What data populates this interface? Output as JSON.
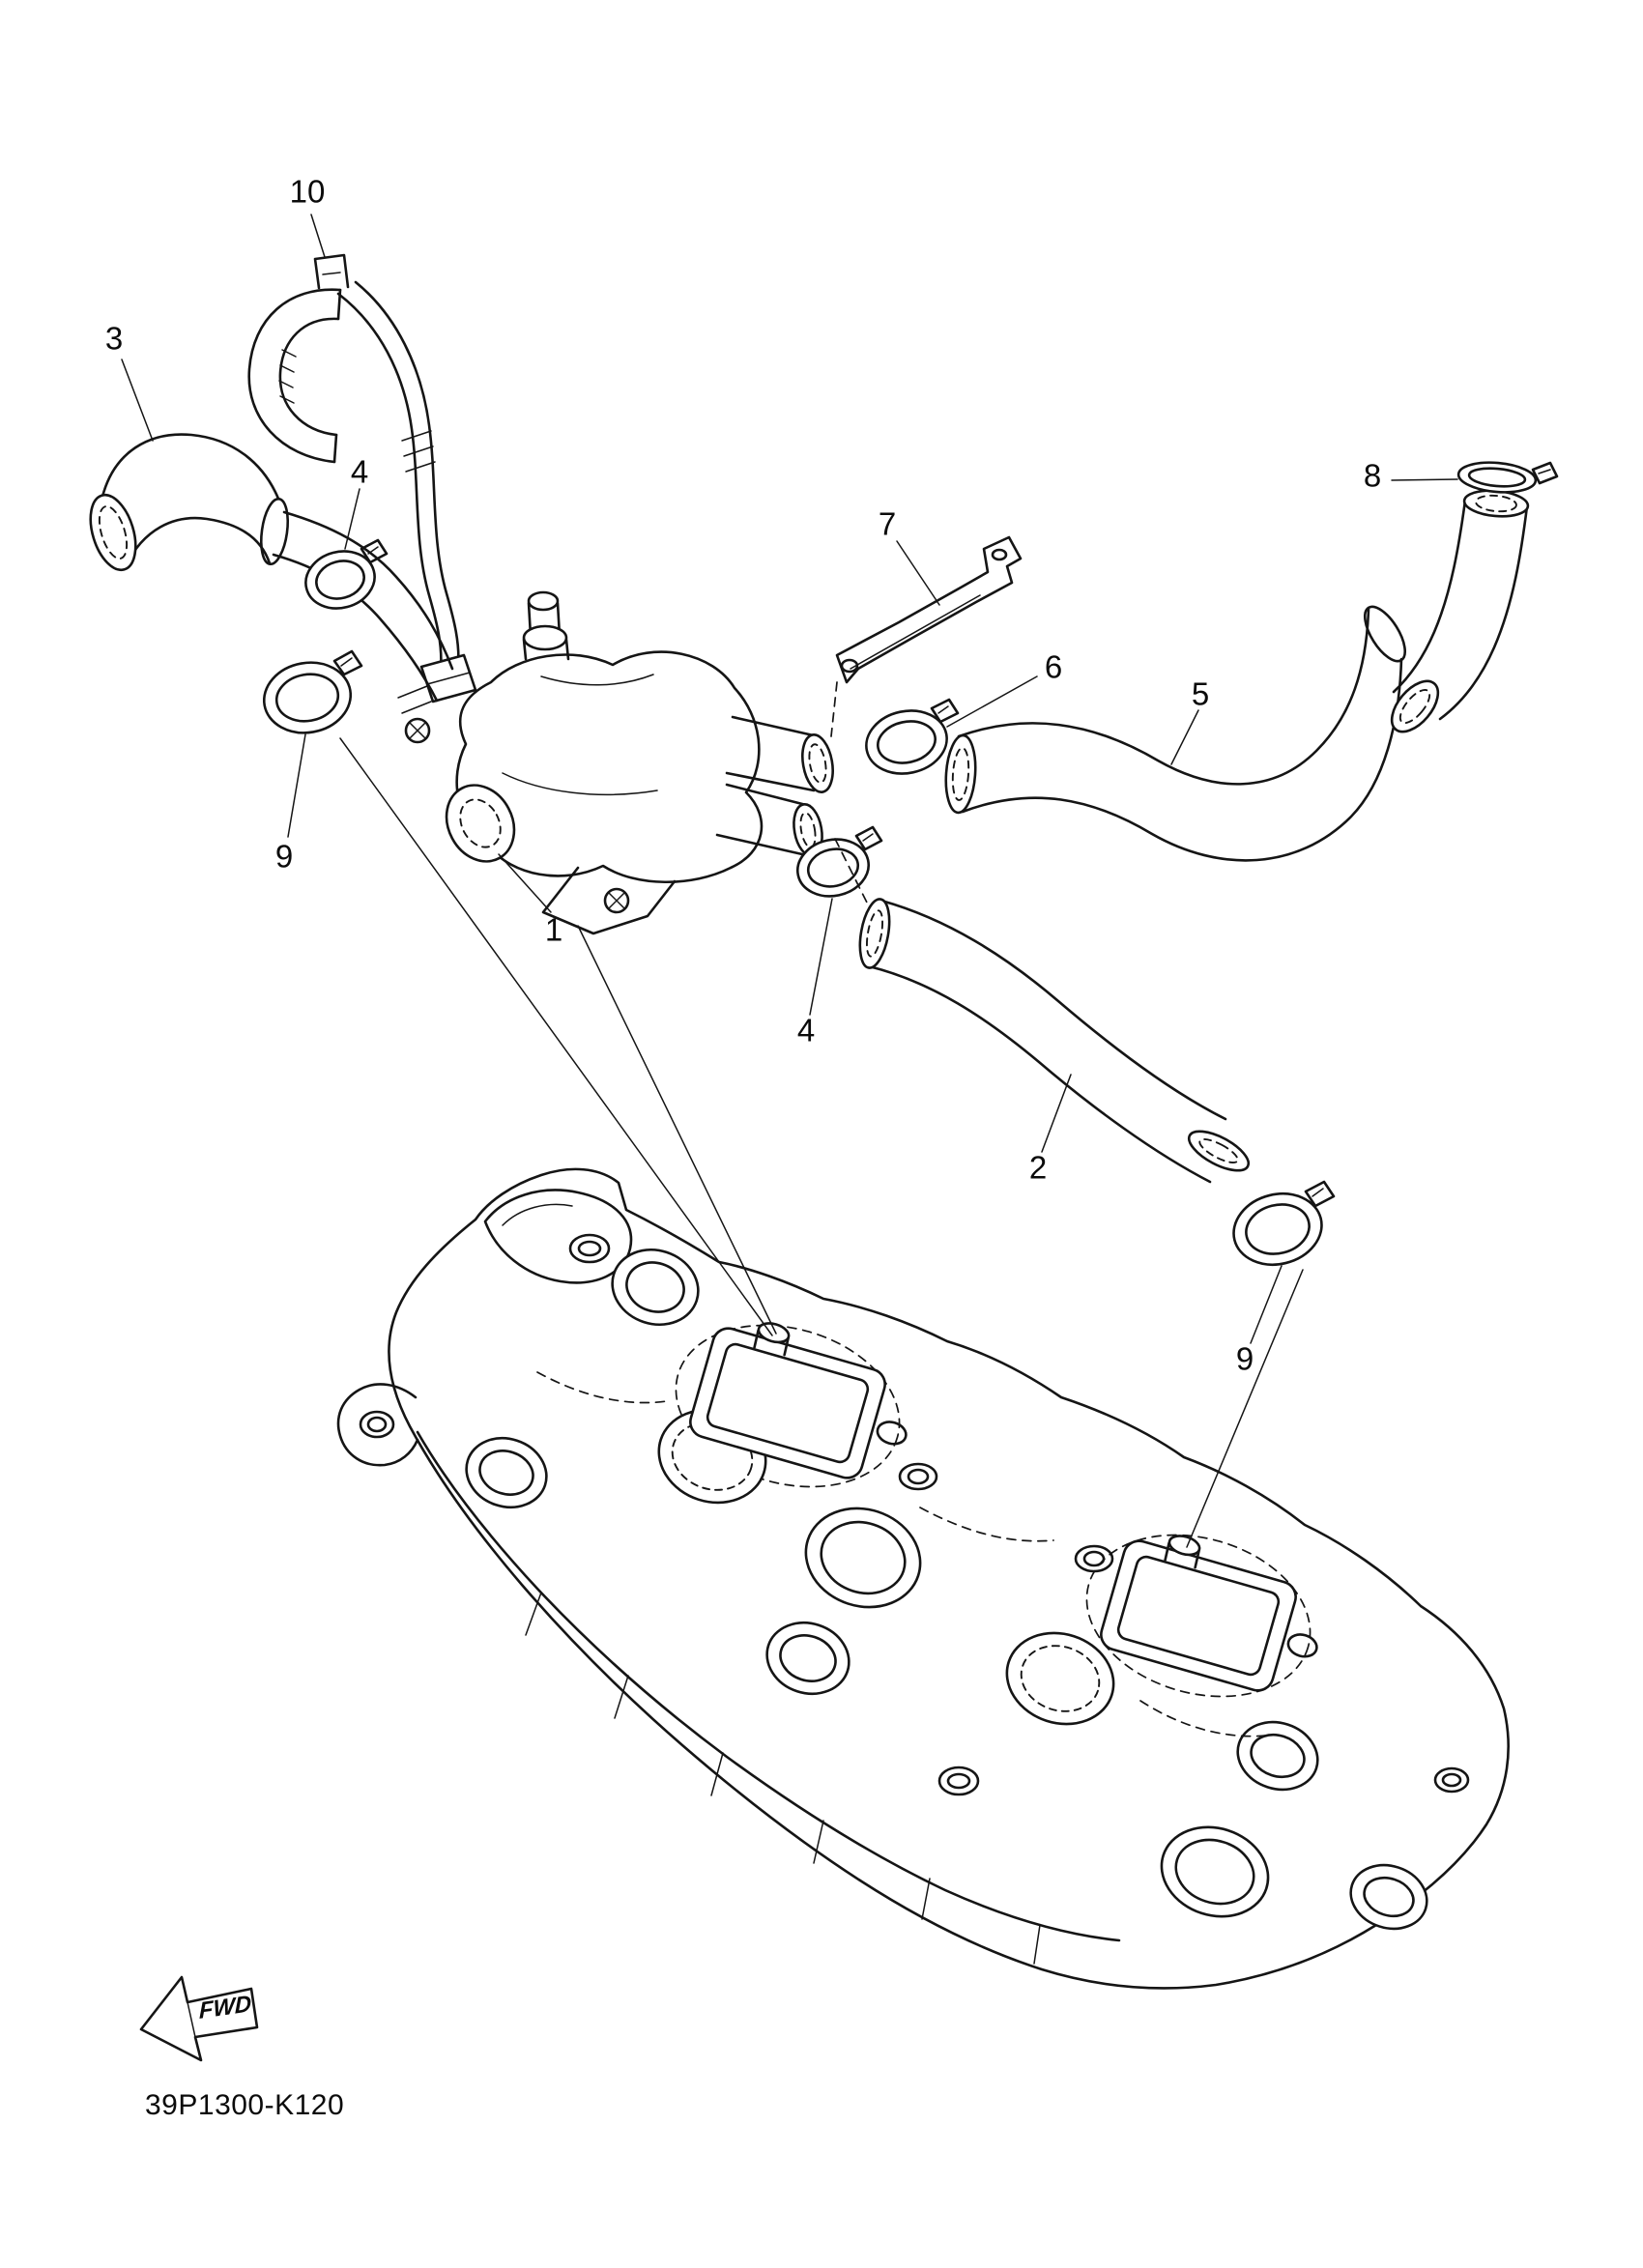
{
  "diagram": {
    "part_code": "39P1300-K120",
    "fwd_label": "FWD",
    "callouts": [
      {
        "label": "10"
      },
      {
        "label": "3"
      },
      {
        "label": "4"
      },
      {
        "label": "8"
      },
      {
        "label": "7"
      },
      {
        "label": "6"
      },
      {
        "label": "5"
      },
      {
        "label": "9"
      },
      {
        "label": "1"
      },
      {
        "label": "4"
      },
      {
        "label": "2"
      },
      {
        "label": "9"
      }
    ]
  }
}
